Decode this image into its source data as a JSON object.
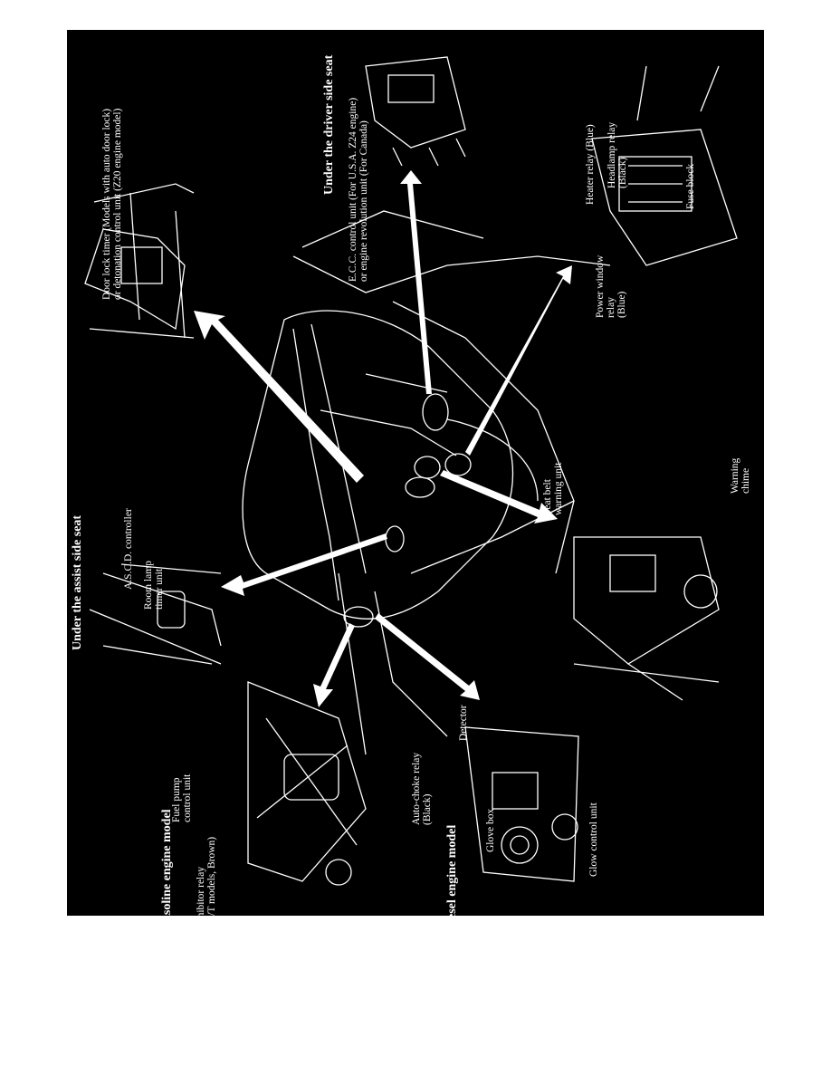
{
  "diagram": {
    "section_headers": {
      "assist_side_seat": "Under the assist side seat",
      "driver_side_seat": "Under the driver side seat",
      "gasoline_engine_model": "Gasoline engine model",
      "diesel_engine_model": "Diesel engine model"
    },
    "labels": {
      "door_lock_timer": "Door lock timer (Models with auto door lock)\nor detonation control unit (Z20 engine model)",
      "ecc_control_unit": "E.C.C. control unit (For U.S.A. Z24 engine)\nor engine revolution unit (For Canada)",
      "ascd_controller": "A.S.C.D. controller",
      "room_lamp_timer": "Room lamp\ntimer unit",
      "heater_relay": "Heater relay (Blue)",
      "headlamp_relay": "Headlamp relay\n(Black)",
      "fuse_block": "Fuse block",
      "power_window_relay": "Power window\nrelay\n(Blue)",
      "seat_belt_warning_unit": "Seat belt\nwarning unit",
      "warning_chime": "Warning\nchime",
      "fuel_pump_control_unit": "Fuel pump\ncontrol unit",
      "inhibitor_relay": "Inhibitor relay\n(A/T models, Brown)",
      "auto_choke_relay": "Auto-choke relay\n(Black)",
      "detector": "Detector",
      "glove_box": "Glove box",
      "glow_control_unit": "Glow control unit"
    },
    "colors": {
      "background": "#000000",
      "line_art": "#ffffff"
    }
  }
}
